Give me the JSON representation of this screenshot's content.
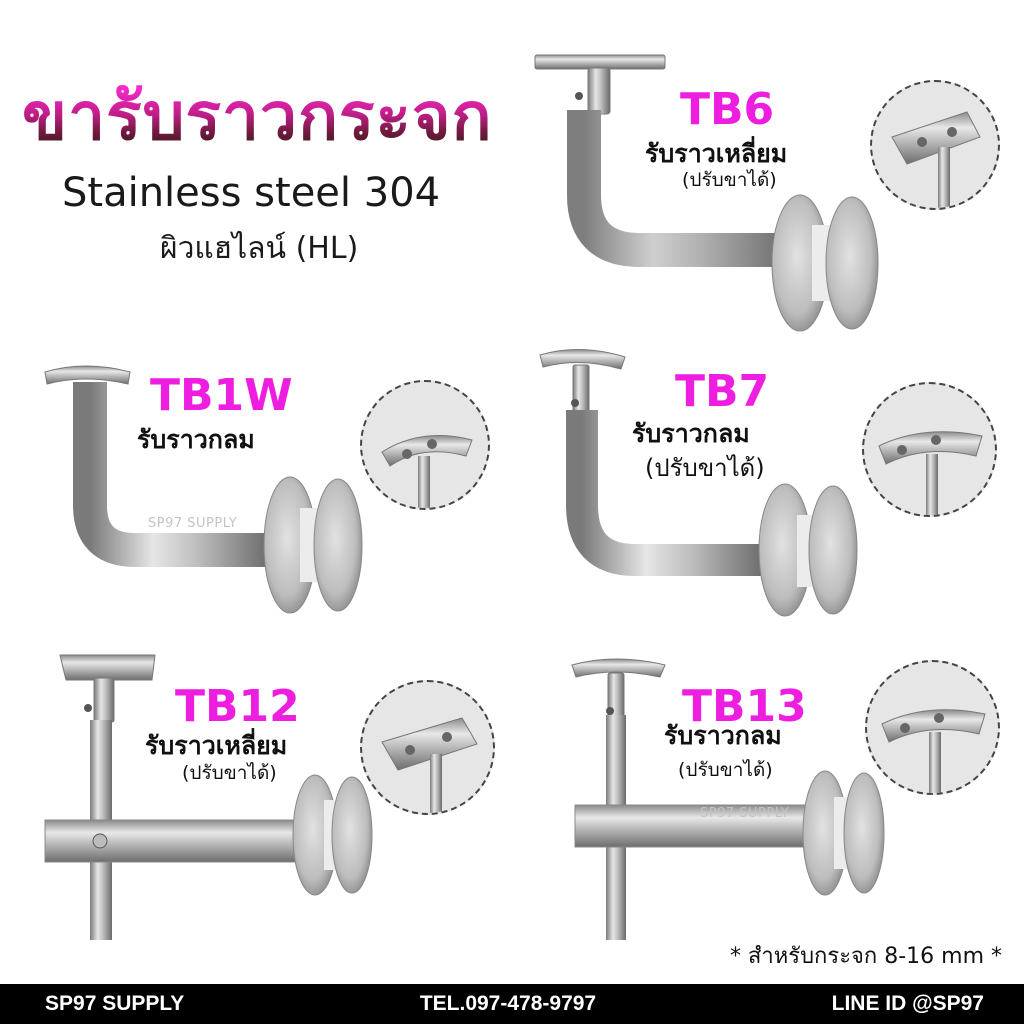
{
  "header": {
    "title": "ขารับราวกระจก",
    "material": "Stainless steel 304",
    "finish": "ผิวแฮไลน์ (HL)"
  },
  "products": [
    {
      "model": "TB6",
      "holder": "รับราวเหลี่ยม",
      "adjust": "(ปรับขาได้)"
    },
    {
      "model": "TB1W",
      "holder": "รับราวกลม",
      "adjust": ""
    },
    {
      "model": "TB7",
      "holder": "รับราวกลม",
      "adjust": "(ปรับขาได้)"
    },
    {
      "model": "TB12",
      "holder": "รับราวเหลี่ยม",
      "adjust": "(ปรับขาได้)"
    },
    {
      "model": "TB13",
      "holder": "รับราวกลม",
      "adjust": "(ปรับขาได้)"
    }
  ],
  "watermark": "SP97 SUPPLY",
  "note": "* สำหรับกระจก 8-16 mm *",
  "footer": {
    "brand": "SP97 SUPPLY",
    "phone": "TEL.097-478-9797",
    "line": "LINE ID @SP97"
  },
  "colors": {
    "accent": "#ee1ee0",
    "footer_bg": "#000000",
    "steel": "#b8b8b8"
  }
}
